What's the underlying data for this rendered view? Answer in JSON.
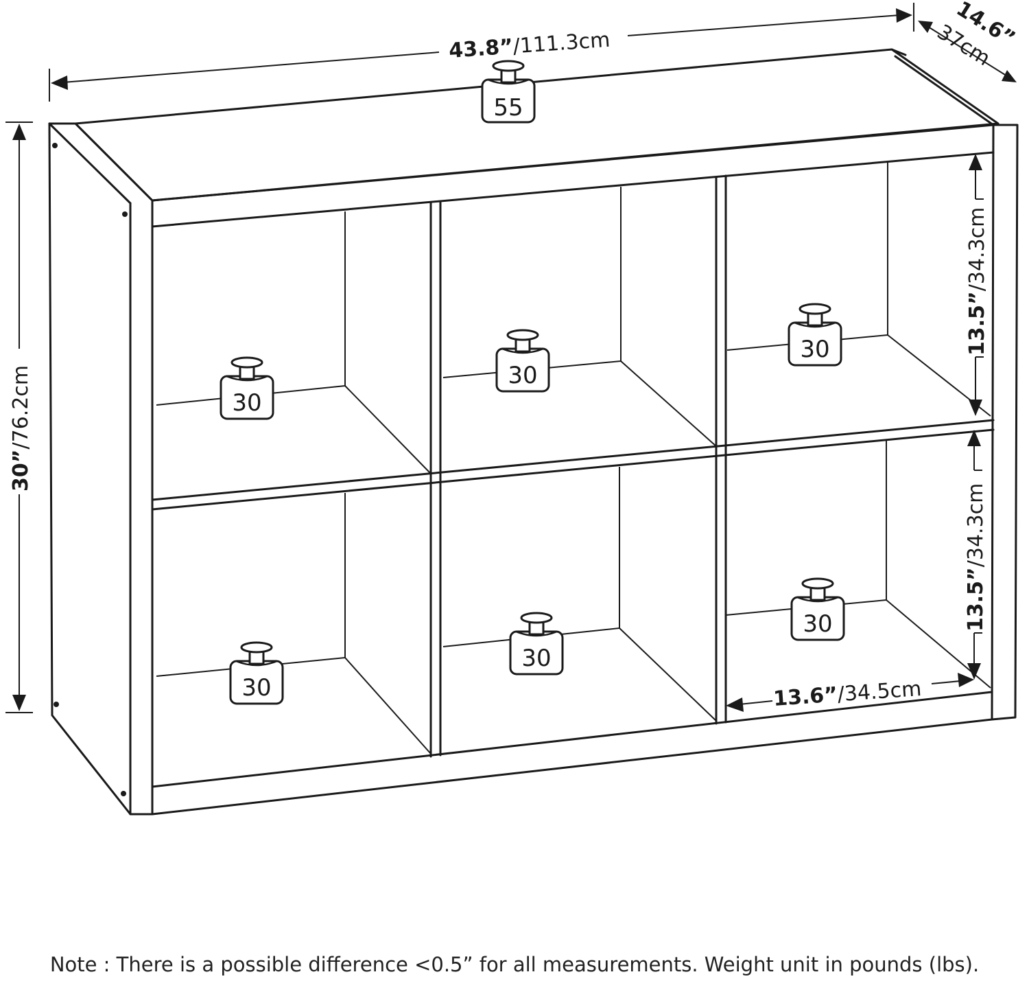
{
  "dimensions": {
    "width": {
      "imperial": "43.8”",
      "metric": "/111.3cm"
    },
    "depth": {
      "imperial": "14.6”",
      "metric": "37cm"
    },
    "height": {
      "imperial": "30”",
      "metric": "/76.2cm"
    },
    "cube_height_upper": {
      "imperial": "13.5”",
      "metric": "/34.3cm"
    },
    "cube_height_lower": {
      "imperial": "13.5”",
      "metric": "/34.3cm"
    },
    "cube_width": {
      "imperial": "13.6”",
      "metric": "/34.5cm"
    }
  },
  "weights": {
    "top": "55",
    "upper_left": "30",
    "upper_middle": "30",
    "upper_right": "30",
    "lower_left": "30",
    "lower_middle": "30",
    "lower_right": "30"
  },
  "note": "Note : There is a possible difference <0.5” for all measurements. Weight unit in pounds (lbs)."
}
